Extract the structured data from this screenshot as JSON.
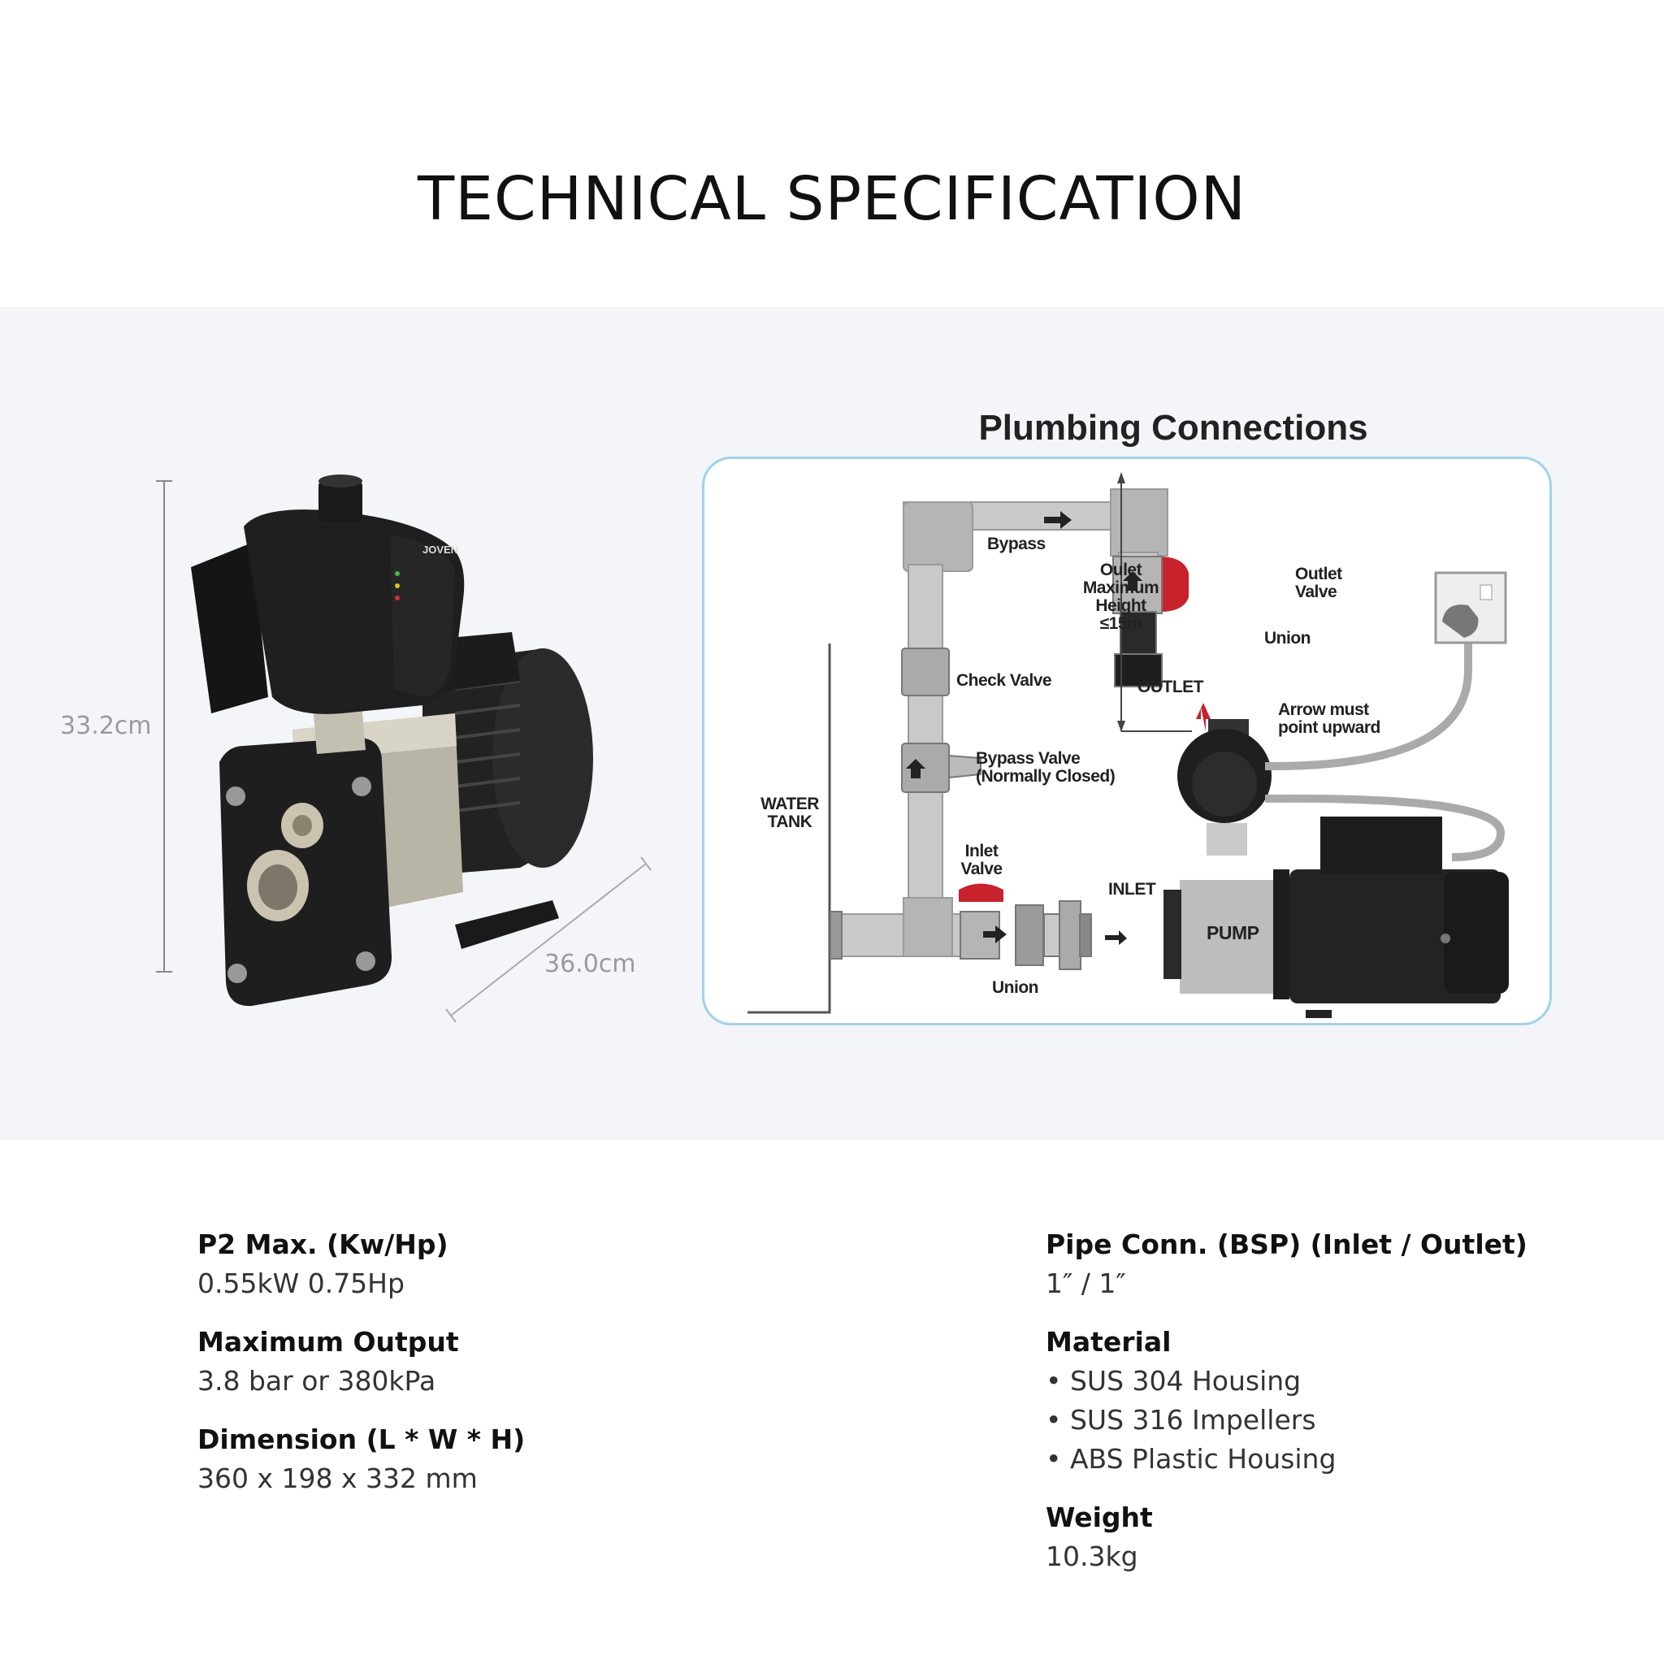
{
  "page": {
    "title": "TECHNICAL SPECIFICATION"
  },
  "product": {
    "height_label": "33.2cm",
    "length_label": "36.0cm",
    "brand_mark": "JOVEN"
  },
  "diagram": {
    "title": "Plumbing Connections",
    "labels": {
      "bypass": "Bypass",
      "outlet_height_1": "Oulet",
      "outlet_height_2": "Maximum",
      "outlet_height_3": "Height",
      "outlet_height_4": "≤15m",
      "outlet_valve_1": "Outlet",
      "outlet_valve_2": "Valve",
      "union_top": "Union",
      "check_valve": "Check Valve",
      "outlet": "OUTLET",
      "arrow_1": "Arrow must",
      "arrow_2": "point upward",
      "bypass_valve_1": "Bypass Valve",
      "bypass_valve_2": "(Normally Closed)",
      "water_tank_1": "WATER",
      "water_tank_2": "TANK",
      "inlet_valve_1": "Inlet",
      "inlet_valve_2": "Valve",
      "inlet": "INLET",
      "pump": "PUMP",
      "union_bottom": "Union"
    },
    "colors": {
      "pipe": "#c9c9c9",
      "valve_handle": "#c8222c",
      "border": "#9fd3ea"
    }
  },
  "specs": {
    "left": [
      {
        "label": "P2 Max. (Kw/Hp)",
        "value": "0.55kW 0.75Hp"
      },
      {
        "label": "Maximum Output",
        "value": "3.8 bar or 380kPa"
      },
      {
        "label": "Dimension (L * W * H)",
        "value": "360 x 198 x 332 mm"
      }
    ],
    "right": {
      "pipe_label": "Pipe Conn. (BSP) (Inlet / Outlet)",
      "pipe_value": "1″ / 1″",
      "material_label": "Material",
      "materials": [
        "SUS 304 Housing",
        "SUS 316 Impellers",
        "ABS Plastic Housing"
      ],
      "weight_label": "Weight",
      "weight_value": "10.3kg"
    }
  }
}
